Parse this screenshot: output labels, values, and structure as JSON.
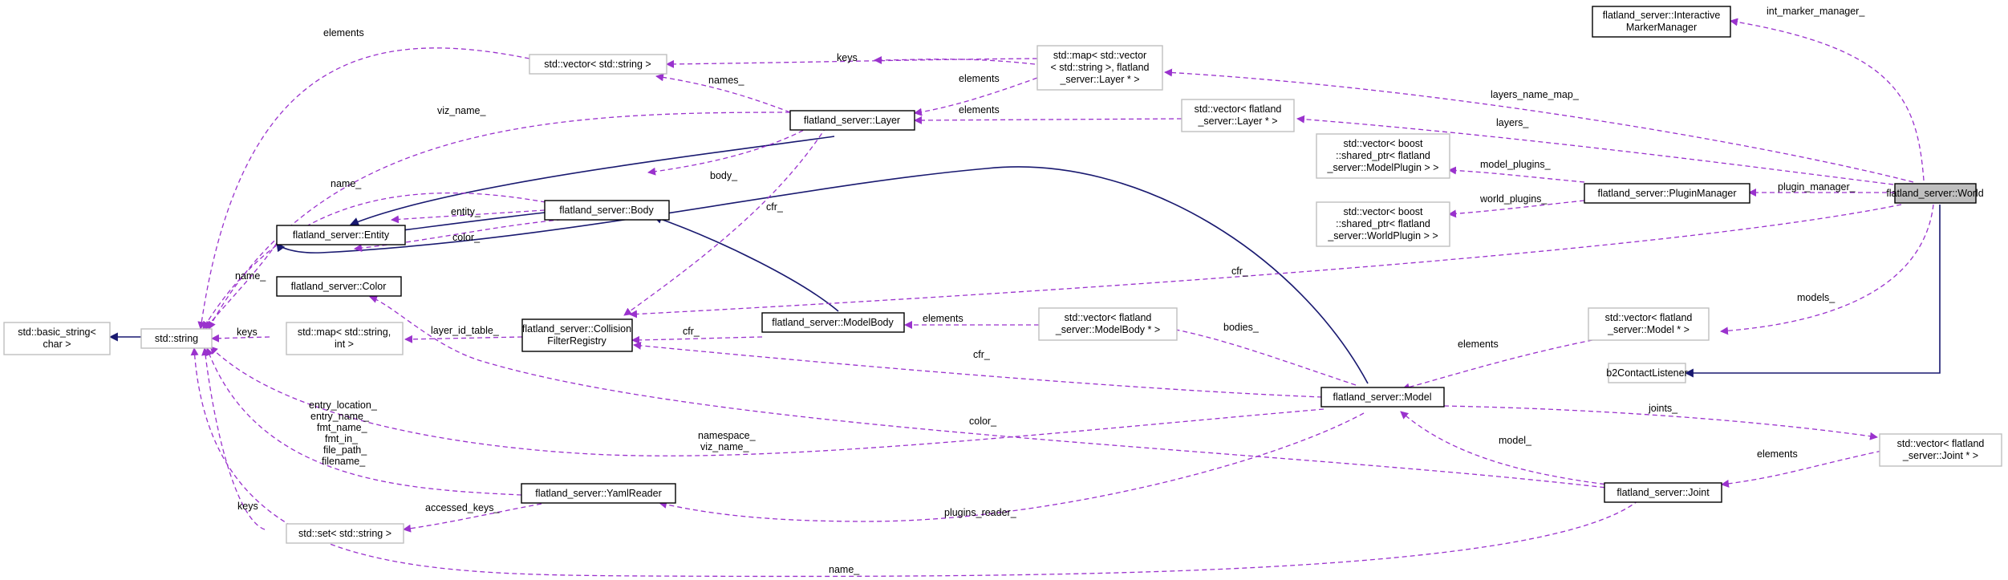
{
  "diagram": {
    "colors": {
      "usage_edge": "#9a32cd",
      "inheritance_edge": "#191970",
      "focus_fill": "#bfbfbf",
      "node_border": "#000000",
      "external_node_border": "#bfbfbf"
    },
    "nodes": {
      "world": [
        "flatland_server::World"
      ],
      "interactive_marker_manager": [
        "flatland_server::Interactive",
        "MarkerManager"
      ],
      "plugin_manager": [
        "flatland_server::PluginManager"
      ],
      "b2_contact_listener": [
        "b2ContactListener"
      ],
      "vector_model_plugin": [
        "std::vector< boost",
        "::shared_ptr< flatland",
        "_server::ModelPlugin > >"
      ],
      "vector_world_plugin": [
        "std::vector< boost",
        "::shared_ptr< flatland",
        "_server::WorldPlugin > >"
      ],
      "vector_model": [
        "std::vector< flatland",
        "_server::Model * >"
      ],
      "vector_joint": [
        "std::vector< flatland",
        "_server::Joint * >"
      ],
      "map_layers": [
        "std::map< std::vector",
        "< std::string >, flatland",
        "_server::Layer * >"
      ],
      "vector_layer": [
        "std::vector< flatland",
        "_server::Layer * >"
      ],
      "vector_string": [
        "std::vector< std::string >"
      ],
      "layer": [
        "flatland_server::Layer"
      ],
      "body": [
        "flatland_server::Body"
      ],
      "entity": [
        "flatland_server::Entity"
      ],
      "color": [
        "flatland_server::Color"
      ],
      "collision_filter_registry": [
        "flatland_server::Collision",
        "FilterRegistry"
      ],
      "model_body": [
        "flatland_server::ModelBody"
      ],
      "vector_model_body": [
        "std::vector< flatland",
        "_server::ModelBody * >"
      ],
      "model": [
        "flatland_server::Model"
      ],
      "joint": [
        "flatland_server::Joint"
      ],
      "yaml_reader": [
        "flatland_server::YamlReader"
      ],
      "set_string": [
        "std::set< std::string >"
      ],
      "map_string_int": [
        "std::map< std::string,",
        "int >"
      ],
      "string": [
        "std::string"
      ],
      "basic_string": [
        "std::basic_string<",
        "char >"
      ]
    },
    "edge_labels": {
      "int_marker_manager": [
        "int_marker_manager_"
      ],
      "layers_name_map": [
        "layers_name_map_"
      ],
      "layers": [
        "layers_"
      ],
      "plugin_manager": [
        "plugin_manager_"
      ],
      "model_plugins": [
        "model_plugins_"
      ],
      "world_plugins": [
        "world_plugins_"
      ],
      "world_cfr": [
        "cfr_"
      ],
      "models": [
        "models_"
      ],
      "model_vector_elements": [
        "elements"
      ],
      "joints": [
        "joints_"
      ],
      "joint_vector_elements": [
        "elements"
      ],
      "joint_model": [
        "model_"
      ],
      "map_keys": [
        "keys"
      ],
      "map_elements": [
        "elements"
      ],
      "layer_vector_elements": [
        "elements"
      ],
      "vector_string_elements": [
        "elements"
      ],
      "names": [
        "names_"
      ],
      "viz_name": [
        "viz_name_"
      ],
      "body": [
        "body_"
      ],
      "layer_cfr": [
        "cfr_"
      ],
      "name_body": [
        "name_"
      ],
      "entity": [
        "entity_"
      ],
      "color_body": [
        "color_"
      ],
      "name_entity": [
        "name_"
      ],
      "keys_map_int": [
        "keys"
      ],
      "layer_id_table": [
        "layer_id_table_"
      ],
      "modelbody_cfr": [
        "cfr_"
      ],
      "model_body_elements": [
        "elements"
      ],
      "bodies": [
        "bodies_"
      ],
      "model_cfr": [
        "cfr_"
      ],
      "color_joint": [
        "color_"
      ],
      "namespace_viz": [
        "namespace_",
        "viz_name_"
      ],
      "yaml_strings": [
        "entry_location_",
        "entry_name_",
        "fmt_name_",
        "fmt_in_",
        "file_path_",
        "filename_"
      ],
      "accessed_keys": [
        "accessed_keys_"
      ],
      "set_keys": [
        "keys"
      ],
      "plugins_reader": [
        "plugins_reader_"
      ],
      "name_joint": [
        "name_"
      ]
    }
  }
}
